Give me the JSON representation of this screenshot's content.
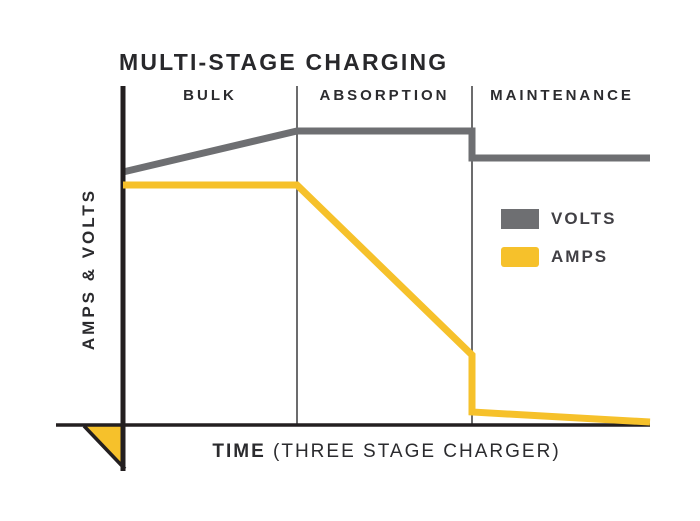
{
  "title": "MULTI-STAGE CHARGING",
  "stages": [
    {
      "label": "BULK"
    },
    {
      "label": "ABSORPTION"
    },
    {
      "label": "MAINTENANCE"
    }
  ],
  "y_axis_label": "AMPS & VOLTS",
  "x_axis_label": {
    "main": "TIME",
    "detail": "(THREE STAGE CHARGER)"
  },
  "legend": [
    {
      "label": "VOLTS",
      "color": "#6E6F72"
    },
    {
      "label": "AMPS",
      "color": "#F6C12B"
    }
  ],
  "colors": {
    "axis": "#231F20",
    "divider": "#3B3B3D",
    "text": "#2B2B2E",
    "volts_line": "#6E6F72",
    "amps_line": "#F6C12B"
  },
  "chart_data": {
    "type": "line",
    "title": "MULTI-STAGE CHARGING",
    "xlabel": "TIME (THREE STAGE CHARGER)",
    "ylabel": "AMPS & VOLTS",
    "x_stages": [
      "BULK",
      "ABSORPTION",
      "MAINTENANCE"
    ],
    "tick_labels": "none (qualitative diagram, no numeric ticks)",
    "x_units": "stage boundaries: 0 = start of BULK, 1 = BULK/ABSORPTION, 2 = ABSORPTION/MAINTENANCE, 3 = right edge",
    "y_units": "relative amplitude 0-1 of plot height",
    "series": [
      {
        "name": "VOLTS",
        "color": "#6E6F72",
        "points": [
          [
            0,
            0.75
          ],
          [
            1,
            0.87
          ],
          [
            2,
            0.87
          ],
          [
            2,
            0.79
          ],
          [
            3,
            0.79
          ]
        ],
        "description": "rises through BULK, flat through ABSORPTION, small step down at MAINTENANCE, then flat"
      },
      {
        "name": "AMPS",
        "color": "#F6C12B",
        "points": [
          [
            0,
            0.71
          ],
          [
            1,
            0.71
          ],
          [
            2,
            0.21
          ],
          [
            2,
            0.04
          ],
          [
            3,
            0.01
          ]
        ],
        "description": "flat through BULK, ramps down through ABSORPTION, sharp vertical drop at MAINTENANCE, tapers toward zero"
      }
    ],
    "legend_position": "middle-right",
    "grid": false,
    "extras": "yellow right-triangle marker below the axis origin"
  }
}
